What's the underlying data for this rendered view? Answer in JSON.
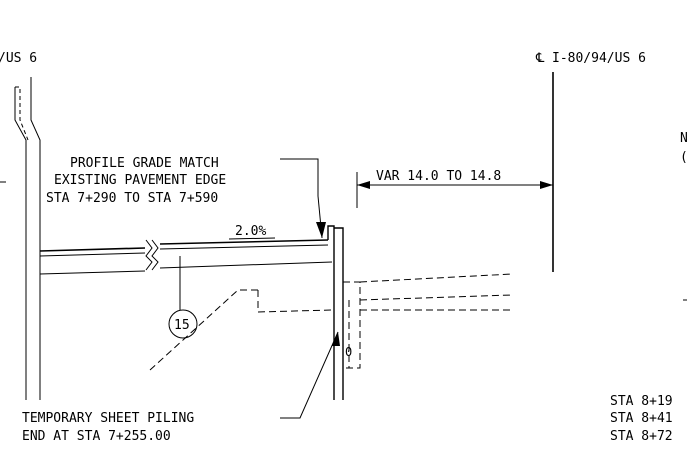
{
  "labels": {
    "left_route": "/US 6",
    "centerline_route": "I-80/94/US 6",
    "centerline_symbol": "℄",
    "profile_line1": "PROFILE GRADE MATCH",
    "profile_line2": "EXISTING PAVEMENT EDGE",
    "profile_line3": "STA 7+290 TO STA 7+590",
    "slope": "2.0%",
    "var_dim": "VAR 14.0 TO 14.8",
    "callout_number": "15",
    "piling_line1": "TEMPORARY SHEET PILING",
    "piling_line2": "END AT STA 7+255.00",
    "right_partial_1": "N",
    "right_partial_2": "(",
    "sta_1": "STA 8+19",
    "sta_2": "STA 8+41",
    "sta_3": "STA 8+72"
  },
  "colors": {
    "ink": "#000000",
    "background": "#ffffff"
  }
}
